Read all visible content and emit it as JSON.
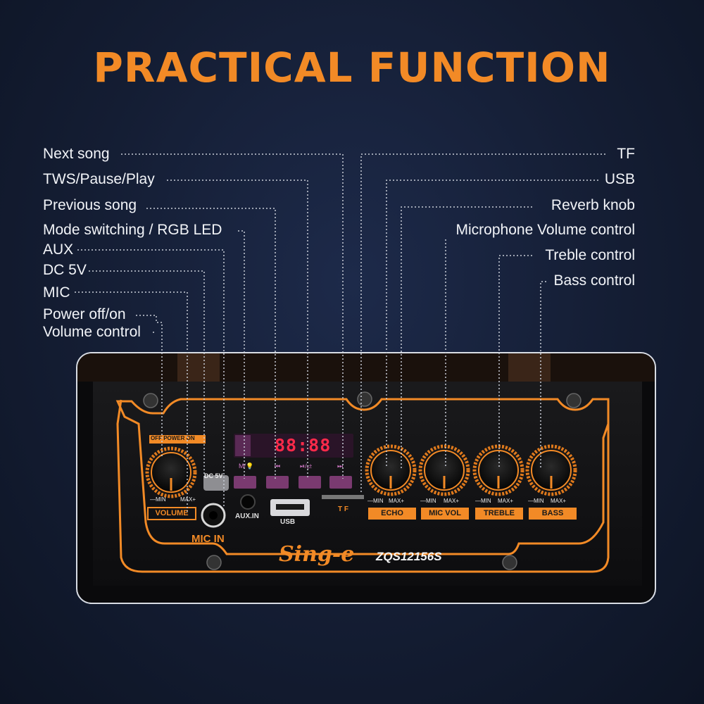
{
  "title": "PRACTICAL FUNCTION",
  "colors": {
    "accent": "#f28a26",
    "background": "#141d33",
    "label_text": "#f2f4f8"
  },
  "left_labels": {
    "next_song": "Next song",
    "tws_pause_play": "TWS/Pause/Play",
    "previous_song": "Previous song",
    "mode_rgb": "Mode switching / RGB LED",
    "aux": "AUX",
    "dc5v": "DC 5V",
    "mic": "MIC",
    "power": "Power off/on",
    "volume": "Volume control"
  },
  "right_labels": {
    "tf": "TF",
    "usb": "USB",
    "reverb": "Reverb knob",
    "mic_volume": "Microphone Volume control",
    "treble": "Treble control",
    "bass": "Bass control"
  },
  "panel": {
    "power_tag": "OFF POWER ON",
    "display": "88:88",
    "dc5v": "DC 5V",
    "aux_in": "AUX.IN",
    "usb": "USB",
    "tf": "T F",
    "mic_in": "MIC IN",
    "brand": "Sing-e",
    "model": "ZQS12156S",
    "min": "—MIN",
    "max": "MAX+",
    "knobs": [
      "VOLUME",
      "ECHO",
      "MIC VOL",
      "TREBLE",
      "BASS"
    ],
    "buttons": [
      "M/💡",
      "⏮",
      "⏯/⇄",
      "⏭"
    ]
  }
}
